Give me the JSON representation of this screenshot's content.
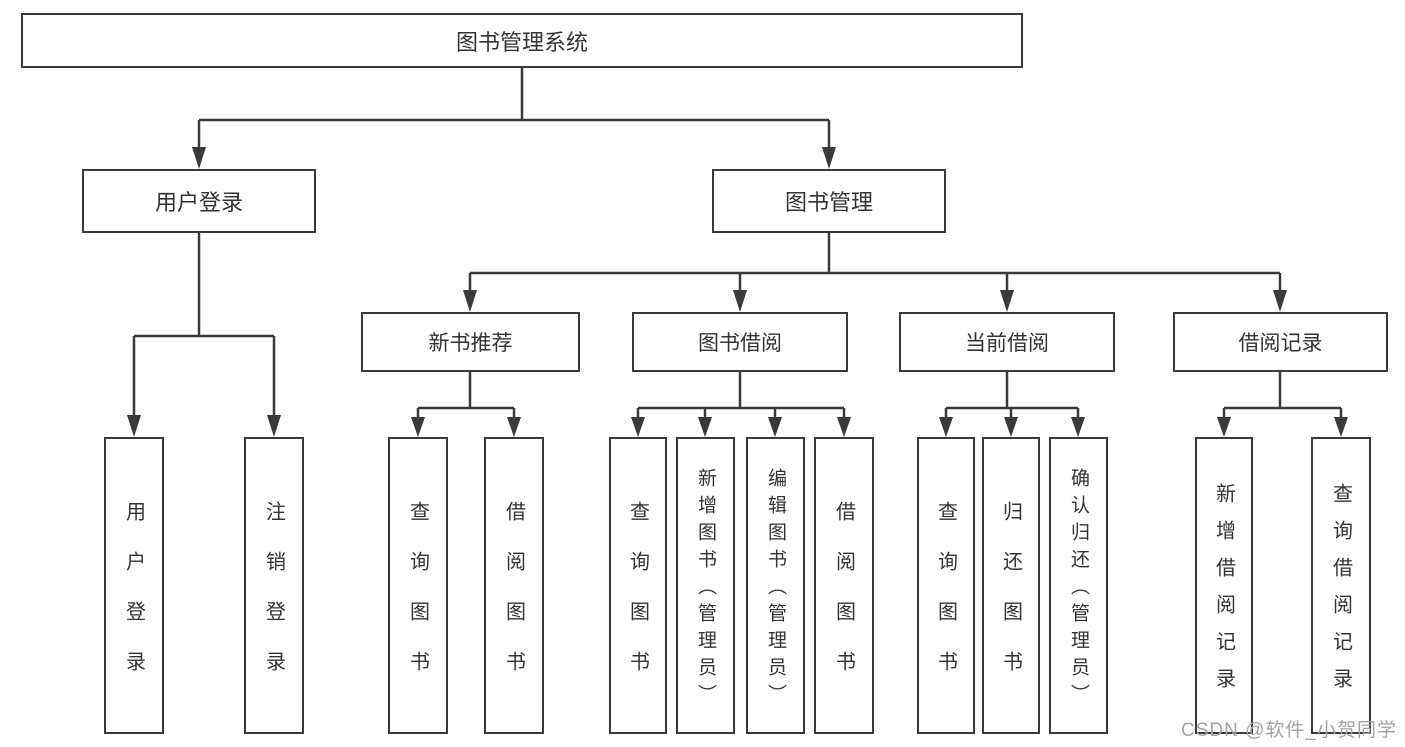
{
  "tree": {
    "label": "图书管理系统",
    "children": [
      {
        "label": "用户登录",
        "children": [
          {
            "label": "用户登录"
          },
          {
            "label": "注销登录"
          }
        ]
      },
      {
        "label": "图书管理",
        "children": [
          {
            "label": "新书推荐",
            "children": [
              {
                "label": "查询图书"
              },
              {
                "label": "借阅图书"
              }
            ]
          },
          {
            "label": "图书借阅",
            "children": [
              {
                "label": "查询图书"
              },
              {
                "label": "新增图书（管理员）"
              },
              {
                "label": "编辑图书（管理员）"
              },
              {
                "label": "借阅图书"
              }
            ]
          },
          {
            "label": "当前借阅",
            "children": [
              {
                "label": "查询图书"
              },
              {
                "label": "归还图书"
              },
              {
                "label": "确认归还（管理员）"
              }
            ]
          },
          {
            "label": "借阅记录",
            "children": [
              {
                "label": "新增借阅记录"
              },
              {
                "label": "查询借阅记录"
              }
            ]
          }
        ]
      }
    ]
  },
  "watermark": {
    "text": "CSDN @软件_小贺同学"
  },
  "colors": {
    "line": "#3a3a3a",
    "box_border": "#3a3a3a",
    "text": "#333333",
    "background": "#ffffff",
    "watermark": "#a3a3a3"
  }
}
